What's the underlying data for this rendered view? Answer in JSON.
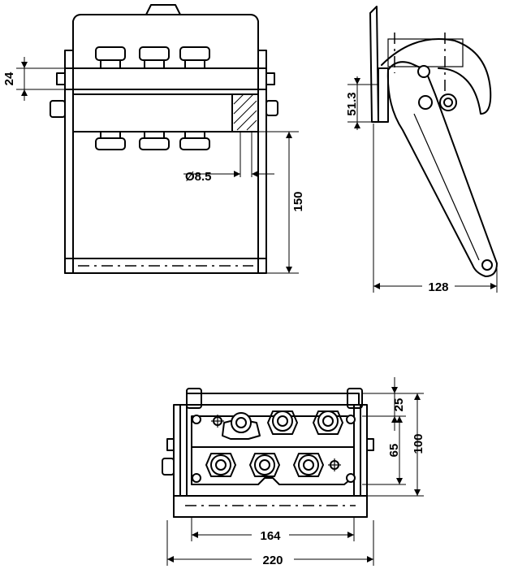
{
  "front_view": {
    "dim_height_top": "24",
    "dim_hole": "Ø8.5",
    "dim_height": "150"
  },
  "side_view": {
    "dim_offset": "51.3",
    "dim_length": "128"
  },
  "plan_view": {
    "dim_inner_width": "164",
    "dim_overall_width": "220",
    "dim_top_offset": "25",
    "dim_pitch": "65",
    "dim_depth": "100"
  }
}
